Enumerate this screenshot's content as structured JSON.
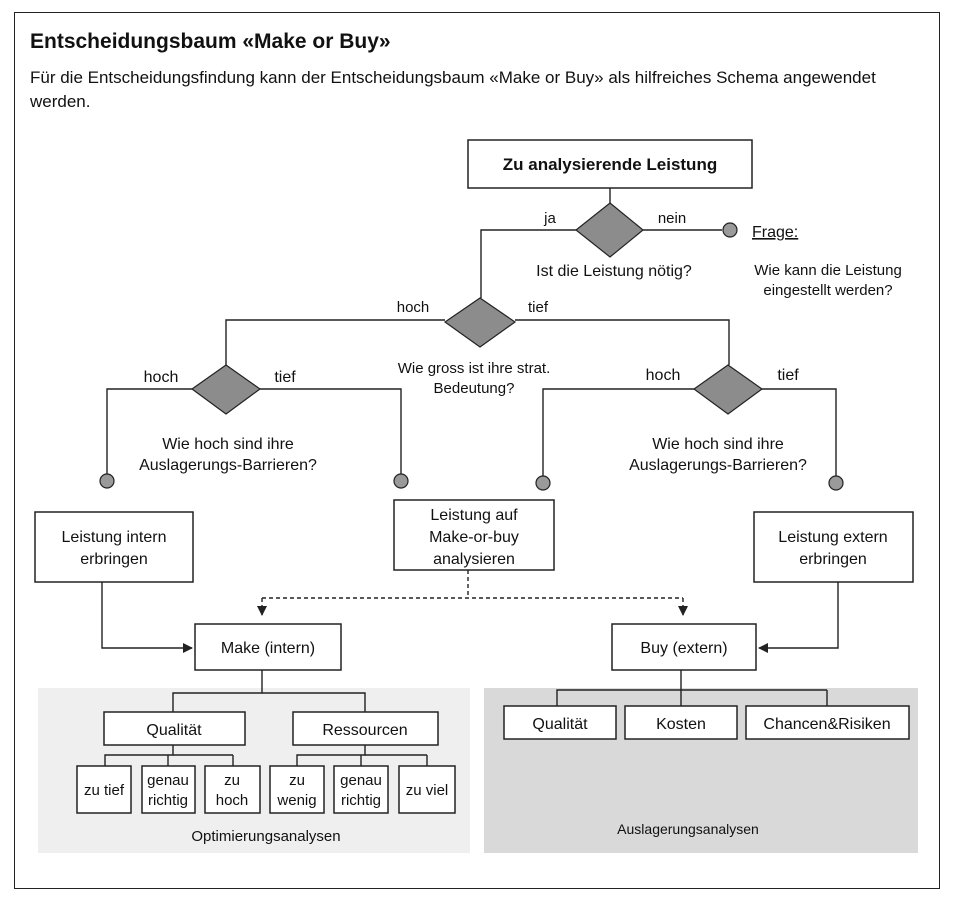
{
  "title": "Entscheidungsbaum «Make or Buy»",
  "intro": "Für die Entscheidungsfindung kann der Entscheidungsbaum «Make or Buy» als hilfreiches Schema angewendet werden.",
  "root": "Zu analysierende Leistung",
  "q1": {
    "yes": "ja",
    "no": "nein",
    "question": "Ist die Leistung nötig?"
  },
  "frage": {
    "label": "Frage:",
    "line1": "Wie kann die Leistung",
    "line2": "eingestellt werden?"
  },
  "q2": {
    "high": "hoch",
    "low": "tief",
    "line1": "Wie gross ist ihre strat.",
    "line2": "Bedeutung?"
  },
  "q3_left": {
    "high": "hoch",
    "low": "tief",
    "line1": "Wie hoch sind ihre",
    "line2": "Auslagerungs-Barrieren?"
  },
  "q3_right": {
    "high": "hoch",
    "low": "tief",
    "line1": "Wie hoch sind ihre",
    "line2": "Auslagerungs-Barrieren?"
  },
  "box_intern": {
    "line1": "Leistung intern",
    "line2": "erbringen"
  },
  "box_analyse": {
    "line1": "Leistung auf",
    "line2": "Make-or-buy",
    "line3": "analysieren"
  },
  "box_extern": {
    "line1": "Leistung extern",
    "line2": "erbringen"
  },
  "make": "Make (intern)",
  "buy": "Buy (extern)",
  "make_criteria": [
    "Qualität",
    "Ressourcen"
  ],
  "make_leaves": [
    {
      "line1": "zu tief",
      "line2": ""
    },
    {
      "line1": "genau",
      "line2": "richtig"
    },
    {
      "line1": "zu",
      "line2": "hoch"
    },
    {
      "line1": "zu",
      "line2": "wenig"
    },
    {
      "line1": "genau",
      "line2": "richtig"
    },
    {
      "line1": "zu viel",
      "line2": ""
    }
  ],
  "buy_criteria": [
    "Qualität",
    "Kosten",
    "Chancen&Risiken"
  ],
  "panel_left_label": "Optimierungsanalysen",
  "panel_right_label": "Auslagerungsanalysen",
  "colors": {
    "panel_left": "#efefef",
    "panel_right": "#d9d9d9",
    "diamond": "#8c8c8c",
    "dot": "#9a9a9a"
  }
}
